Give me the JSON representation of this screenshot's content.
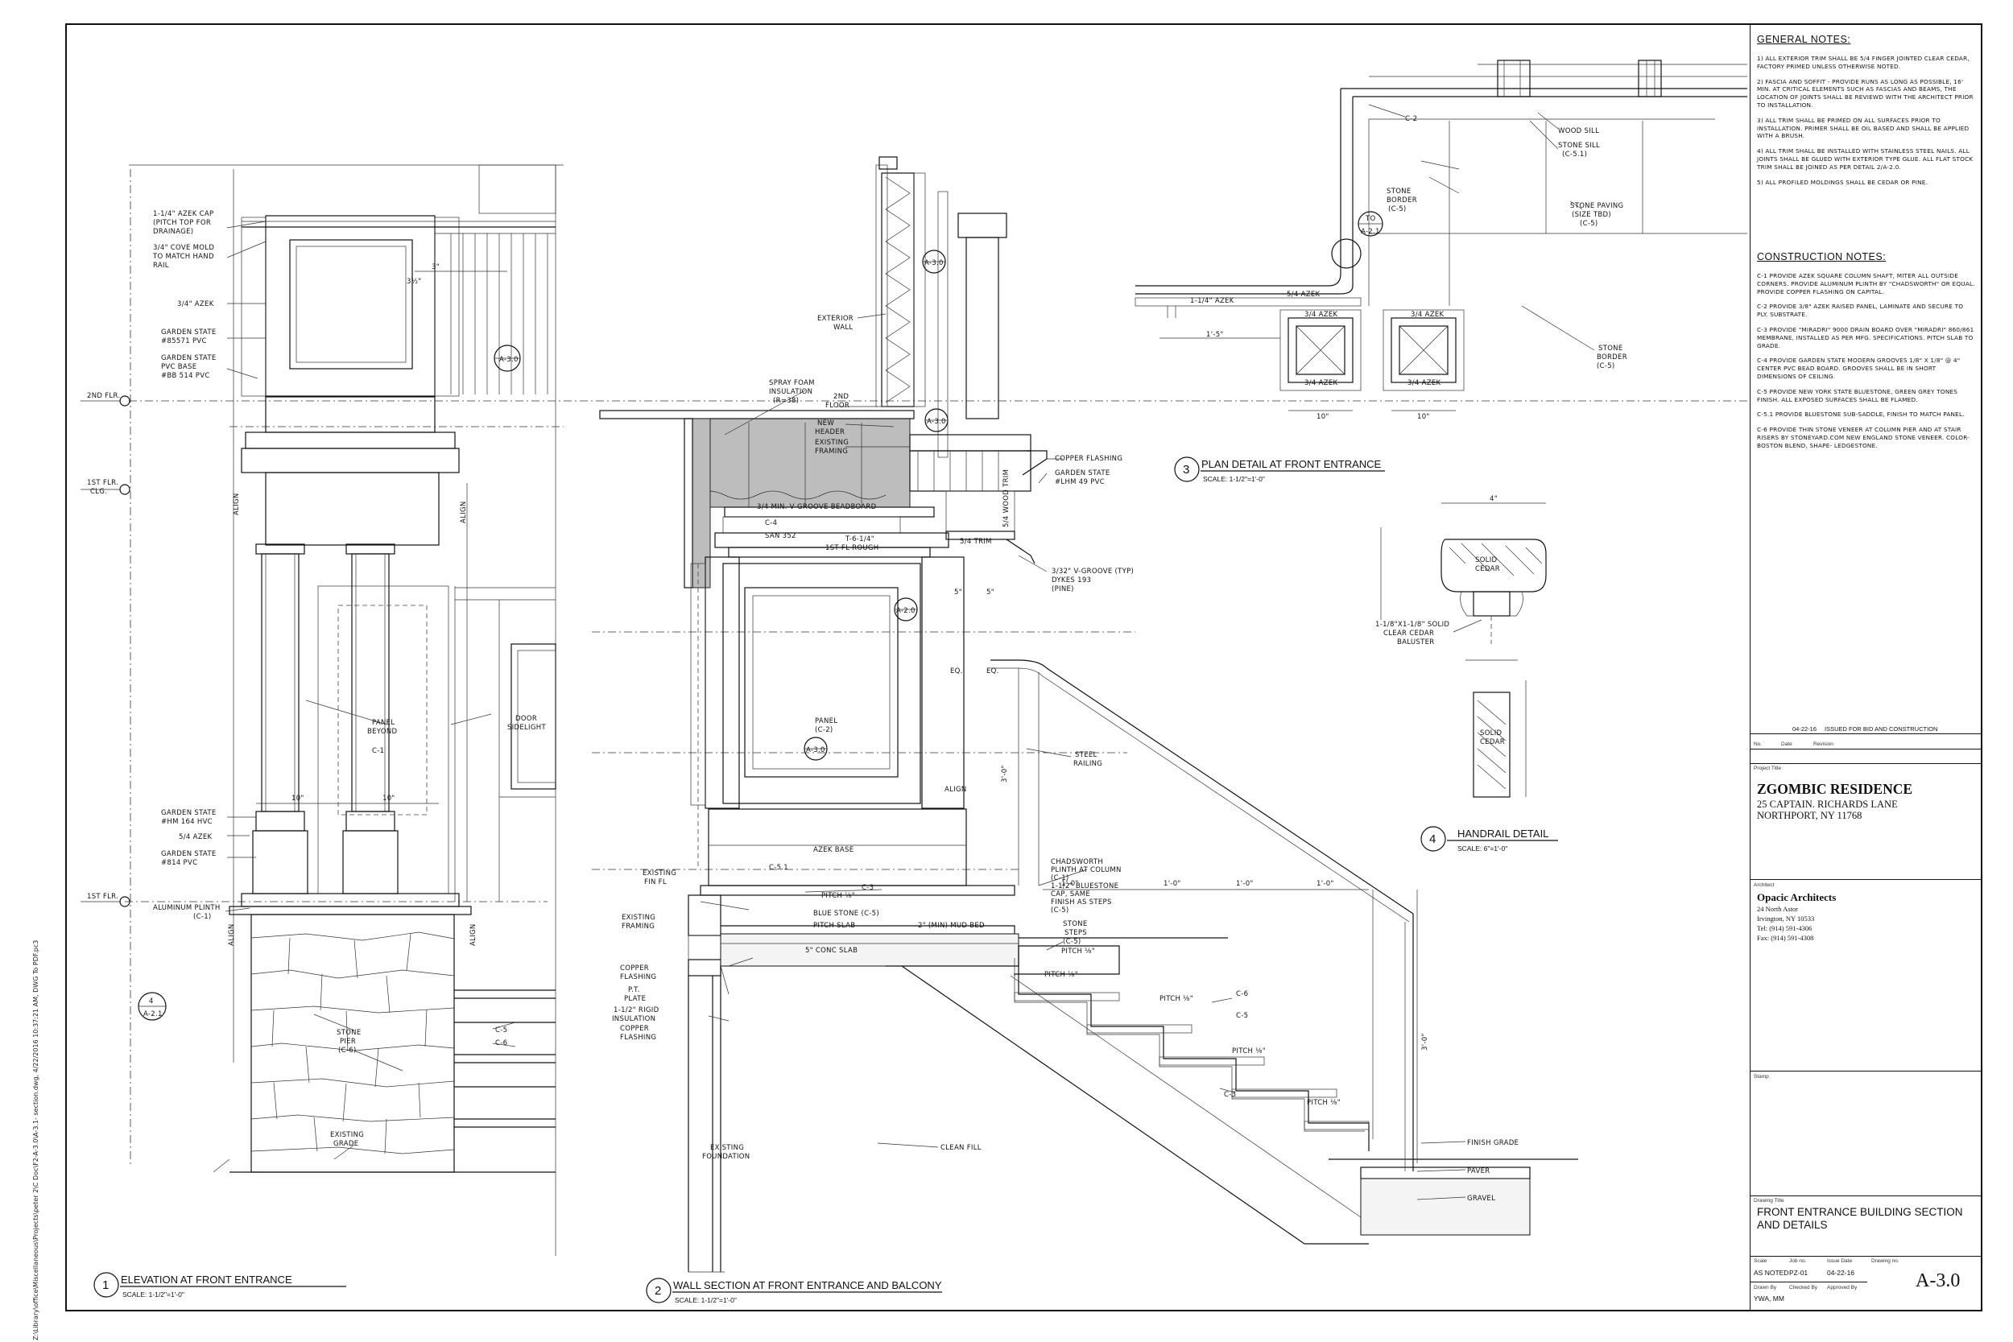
{
  "drawing": {
    "file_path": "Z:\\Library\\office\\Miscellaneous\\Projects\\peter 2\\C Doc\\F2-A-3.0\\A-3.1- section.dwg, 4/22/2016 10:37:21 AM, DWG To PDF.pc3",
    "views": [
      {
        "number": "1",
        "title": "ELEVATION AT FRONT ENTRANCE",
        "scale": "SCALE: 1-1/2\"=1'-0\""
      },
      {
        "number": "2",
        "title": "WALL SECTION AT FRONT ENTRANCE AND BALCONY",
        "scale": "SCALE: 1-1/2\"=1'-0\""
      },
      {
        "number": "3",
        "title": "PLAN DETAIL AT FRONT ENTRANCE",
        "scale": "SCALE: 1-1/2\"=1'-0\""
      },
      {
        "number": "4",
        "title": "HANDRAIL DETAIL",
        "scale": "SCALE: 6\"=1'-0\""
      }
    ],
    "elevation_labels": {
      "azek_cap": [
        "1-1/4\" AZEK CAP",
        "(PITCH TOP FOR",
        "DRAINAGE)"
      ],
      "cove_mold": [
        "3/4\" COVE MOLD",
        "TO MATCH HAND",
        "RAIL"
      ],
      "azek_34": "3/4\" AZEK",
      "gs_85571": [
        "GARDEN STATE",
        "#85571 PVC"
      ],
      "gs_base": [
        "GARDEN STATE",
        "PVC BASE",
        "#BB 514 PVC"
      ],
      "panel_beyond": [
        "PANEL",
        "BEYOND"
      ],
      "c1": "C-1",
      "door_sidelight": [
        "DOOR",
        "SIDELIGHT"
      ],
      "gs_hm164": [
        "GARDEN STATE",
        "#HM 164 HVC"
      ],
      "azek_54": "5/4 AZEK",
      "gs_814": [
        "GARDEN STATE",
        "#814 PVC"
      ],
      "alum_plinth": [
        "ALUMINUM PLINTH",
        "(C-1)"
      ],
      "stone_pier": [
        "STONE",
        "PIER",
        "(C-6)"
      ],
      "existing_grade": [
        "EXISTING",
        "GRADE"
      ],
      "c5": "C-5",
      "c6": "C-6",
      "second_flr": "2ND FLR.",
      "first_flr_clg": [
        "1ST FLR.",
        "CLG."
      ],
      "first_flr": "1ST FLR.",
      "align": "ALIGN",
      "ref_a30": "A-3.0",
      "ref_a21": "A-2.1",
      "ref_4": "4",
      "dim_10": "10\"",
      "dim_3": "3\"",
      "dim_312": "3½\""
    },
    "section_labels": {
      "exterior_wall": [
        "EXTERIOR",
        "WALL"
      ],
      "spray_foam": [
        "SPRAY FOAM",
        "INSULATION",
        "(R=38)"
      ],
      "second_floor": [
        "2ND",
        "FLOOR"
      ],
      "new_header": [
        "NEW",
        "HEADER"
      ],
      "existing_framing": [
        "EXISTING",
        "FRAMING"
      ],
      "beadboard": "3/4 MIN. V-GROOVE BEADBOARD",
      "c4": "C-4",
      "san352": "SAN 352",
      "first_fl_rough": [
        "T-6-1/4\"",
        "1ST FL ROUGH"
      ],
      "copper_flashing": "COPPER FLASHING",
      "gs_hm49": [
        "GARDEN STATE",
        "#LHM 49 PVC"
      ],
      "vgroove": [
        "3/32\" V-GROOVE (TYP)",
        "DYKES 193",
        "(PINE)"
      ],
      "trim54": "5/4 TRIM",
      "wood_trim": "5/4 WOOD TRIM",
      "panel_c2": [
        "PANEL",
        "(C-2)"
      ],
      "eq": "EQ.",
      "steel_railing": [
        "STEEL",
        "RAILING"
      ],
      "align": "ALIGN",
      "dim_30": "3'-0\"",
      "azek_base": "AZEK BASE",
      "existing_fin_fl": [
        "EXISTING",
        "FIN FL"
      ],
      "c51": "C-5.1",
      "c3": "C-3",
      "pitch": "PITCH ⅛\"",
      "bluestone": "BLUE STONE (C-5)",
      "pitch_slab": "PITCH SLAB",
      "mud_bed": "2\" (MIN) MUD BED",
      "conc_slab": "5\" CONC SLAB",
      "existing_framing2": [
        "EXISTING",
        "FRAMING"
      ],
      "copper_flashing_l": [
        "COPPER",
        "FLASHING"
      ],
      "pt_plate": [
        "P.T.",
        "PLATE"
      ],
      "rigid_ins": [
        "1-1/2\" RIGID",
        "INSULATION"
      ],
      "copper_flashing_l2": [
        "COPPER",
        "FLASHING"
      ],
      "existing_foundation": [
        "EXISTING",
        "FOUNDATION"
      ],
      "clean_fill": "CLEAN FILL",
      "chadsworth": [
        "CHADSWORTH",
        "PLINTH AT COLUMN",
        "(C-1)",
        "1-1/2\" BLUESTONE",
        "CAP, SAME",
        "FINISH AS STEPS",
        "(C-5)"
      ],
      "stone_steps": [
        "STONE",
        "STEPS",
        "(C-5)"
      ],
      "pitch_1": "PITCH ⅛\"",
      "finish_grade": "FINISH GRADE",
      "paver": "PAVER",
      "gravel": "GRAVEL",
      "dim_10": "1'-0\"",
      "dim_5": "5\"",
      "ref_a30": "A-3.0",
      "ref_a20": "A-2.0",
      "ref_2": "2",
      "ref_4": "4",
      "ref_3": "3"
    },
    "plan_labels": {
      "c2": "C-2",
      "wood_sill": "WOOD SILL",
      "stone_sill": [
        "STONE SILL",
        "(C-5.1)"
      ],
      "stone_border": [
        "STONE",
        "BORDER",
        "(C-5)"
      ],
      "stone_paving": [
        "STONE PAVING",
        "(SIZE TBD)",
        "(C-5)"
      ],
      "stone_border2": [
        "STONE",
        "BORDER",
        "(C-5)"
      ],
      "azek_114": "1-1/4\" AZEK",
      "azek_54": "5/4 AZEK",
      "azek_34": "3/4 AZEK",
      "dim_15": "1'-5\"",
      "dim_10": "10\"",
      "ref_a21": "A-2.1",
      "ref_to": "TO"
    },
    "handrail_labels": {
      "width": "4\"",
      "solid_cedar": [
        "SOLID",
        "CEDAR"
      ],
      "baluster": [
        "1-1/8\"X1-1/8\" SOLID",
        "CLEAR CEDAR",
        "BALUSTER"
      ],
      "solid_cedar2": [
        "SOLID",
        "CEDAR"
      ]
    }
  },
  "title_block": {
    "general_notes_heading": "GENERAL NOTES:",
    "general_notes": [
      "1) ALL EXTERIOR TRIM SHALL BE 5/4 FINGER JOINTED CLEAR CEDAR, FACTORY PRIMED UNLESS OTHERWISE NOTED.",
      "2) FASCIA AND SOFFIT - PROVIDE RUNS AS LONG AS POSSIBLE, 16' MIN. AT CRITICAL ELEMENTS SUCH AS FASCIAS AND BEAMS, THE LOCATION OF JOINTS SHALL BE REVIEWD WITH THE ARCHITECT PRIOR TO INSTALLATION.",
      "3) ALL TRIM SHALL BE PRIMED ON ALL SURFACES PRIOR TO INSTALLATION. PRIMER SHALL BE OIL BASED AND SHALL BE APPLIED WITH A BRUSH.",
      "4) ALL TRIM SHALL BE INSTALLED WITH STAINLESS STEEL NAILS. ALL JOINTS SHALL BE GLUED WITH EXTERIOR TYPE GLUE. ALL FLAT STOCK TRIM SHALL BE JOINED AS PER DETAIL 2/A-2.0.",
      "5) ALL PROFILED MOLDINGS SHALL BE CEDAR OR PINE."
    ],
    "construction_notes_heading": "CONSTRUCTION NOTES:",
    "construction_notes": [
      "C-1 PROVIDE AZEK SQUARE COLUMN SHAFT, MITER ALL OUTSIDE CORNERS. PROVIDE ALUMINUM PLINTH BY \"CHADSWORTH\" OR EQUAL. PROVIDE COPPER FLASHING ON CAPITAL.",
      "C-2 PROVIDE 3/8\" AZEK RAISED PANEL, LAMINATE AND SECURE TO PLY. SUBSTRATE.",
      "C-3 PROVIDE \"MIRADRI\" 9000 DRAIN BOARD OVER \"MIRADRI\" 860/861 MEMBRANE, INSTALLED AS PER MFG. SPECIFICATIONS. PITCH SLAB TO GRADE.",
      "C-4 PROVIDE GARDEN STATE MODERN GROOVES 1/8\" X 1/8\" @ 4\" CENTER PVC BEAD BOARD. GROOVES SHALL BE IN SHORT DIMENSIONS OF CEILING.",
      "C-5 PROVIDE NEW YORK STATE BLUESTONE, GREEN GREY TONES FINISH. ALL EXPOSED SURFACES SHALL BE FLAMED.",
      "C-5.1 PROVIDE BLUESTONE SUB-SADDLE, FINISH TO MATCH PANEL.",
      "C-6 PROVIDE THIN STONE VENEER AT COLUMN PIER AND AT STAIR RISERS BY STONEYARD.COM NEW ENGLAND STONE VENEER. COLOR- BOSTON BLEND, SHAPE- LEDGESTONE."
    ],
    "issue_date": "04-22-16",
    "issue_desc": "ISSUED FOR BID AND CONSTRUCTION",
    "col_no": "No.",
    "col_date": "Date",
    "col_revision": "Revision",
    "project_title_label": "Project Title",
    "project_name": "ZGOMBIC RESIDENCE",
    "project_addr1": "25 CAPTAIN. RICHARDS LANE",
    "project_addr2": "NORTHPORT, NY  11768",
    "architect_label": "Architect",
    "architect_name": "Opacic Architects",
    "architect_addr1": "24 North Astor",
    "architect_addr2": "Irvington, NY 10533",
    "architect_tel": "Tel: (914) 591-4306",
    "architect_fax": "Fax: (914) 591-4308",
    "stamp_label": "Stamp",
    "drawing_title_label": "Drawing Title",
    "drawing_title": "FRONT ENTRANCE BUILDING SECTION AND DETAILS",
    "scale_label": "Scale",
    "scale_value": "AS NOTED",
    "job_label": "Job no.",
    "job_value": "PZ-01",
    "issue_date_label": "Issue Date",
    "issue_date_value": "04-22-16",
    "drawing_no_label": "Drawing no.",
    "drawing_no": "A-3.0",
    "drawn_by_label": "Drawn By",
    "drawn_by": "YWA, MM",
    "checked_by_label": "Checked By",
    "approved_by_label": "Approved By"
  }
}
